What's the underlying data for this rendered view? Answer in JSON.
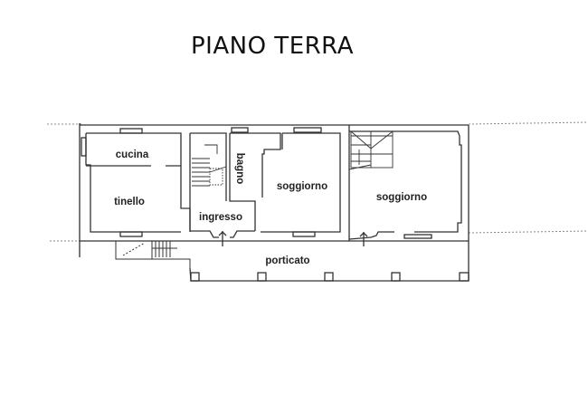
{
  "title": "PIANO TERRA",
  "rooms": {
    "cucina": "cucina",
    "tinello": "tinello",
    "bagno": "bagno",
    "ingresso": "ingresso",
    "soggiorno_1": "soggiorno",
    "soggiorno_2": "soggiorno",
    "porticato": "porticato"
  },
  "colors": {
    "line": "#333333",
    "background": "#ffffff"
  }
}
